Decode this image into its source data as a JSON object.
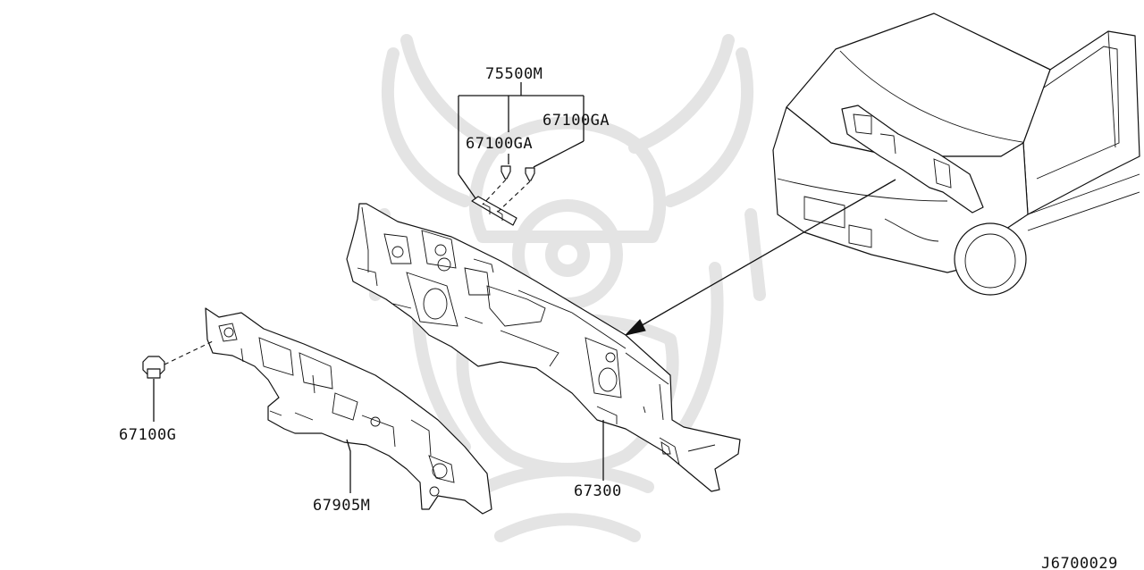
{
  "diagram": {
    "code": "J6700029",
    "labels": {
      "p75500m": "75500M",
      "p67100ga_a": "67100GA",
      "p67100ga_b": "67100GA",
      "p67100g": "67100G",
      "p67905m": "67905M",
      "p67300": "67300"
    },
    "icons": [
      "samurai-helmet-watermark",
      "vehicle-front-view",
      "direction-arrow"
    ]
  }
}
